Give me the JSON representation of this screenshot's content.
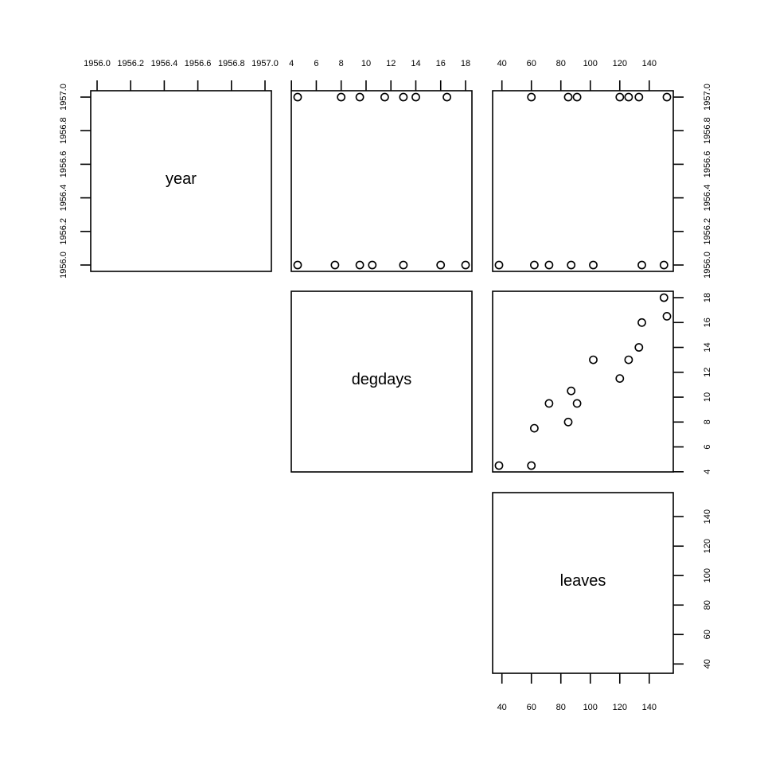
{
  "chart_data": {
    "type": "scatter",
    "layout": "pairs-upper",
    "variables": [
      {
        "name": "year",
        "range": [
          1956.0,
          1957.0
        ],
        "ticks": [
          1956.0,
          1956.2,
          1956.4,
          1956.6,
          1956.8,
          1957.0
        ]
      },
      {
        "name": "degdays",
        "range": [
          4.5,
          18
        ],
        "ticks": [
          4,
          6,
          8,
          10,
          12,
          14,
          16,
          18
        ]
      },
      {
        "name": "leaves",
        "range": [
          38,
          152
        ],
        "ticks": [
          40,
          60,
          80,
          100,
          120,
          140
        ]
      }
    ],
    "observations": [
      {
        "year": 1957,
        "degdays": 4.5,
        "leaves": 60
      },
      {
        "year": 1957,
        "degdays": 8.0,
        "leaves": 85
      },
      {
        "year": 1957,
        "degdays": 9.5,
        "leaves": 91
      },
      {
        "year": 1957,
        "degdays": 11.5,
        "leaves": 120
      },
      {
        "year": 1957,
        "degdays": 13.0,
        "leaves": 126
      },
      {
        "year": 1957,
        "degdays": 14.0,
        "leaves": 133
      },
      {
        "year": 1957,
        "degdays": 16.5,
        "leaves": 152
      },
      {
        "year": 1956,
        "degdays": 4.5,
        "leaves": 38
      },
      {
        "year": 1956,
        "degdays": 7.5,
        "leaves": 62
      },
      {
        "year": 1956,
        "degdays": 9.5,
        "leaves": 72
      },
      {
        "year": 1956,
        "degdays": 10.5,
        "leaves": 87
      },
      {
        "year": 1956,
        "degdays": 13.0,
        "leaves": 102
      },
      {
        "year": 1956,
        "degdays": 16.0,
        "leaves": 135
      },
      {
        "year": 1956,
        "degdays": 18.0,
        "leaves": 150
      }
    ]
  }
}
